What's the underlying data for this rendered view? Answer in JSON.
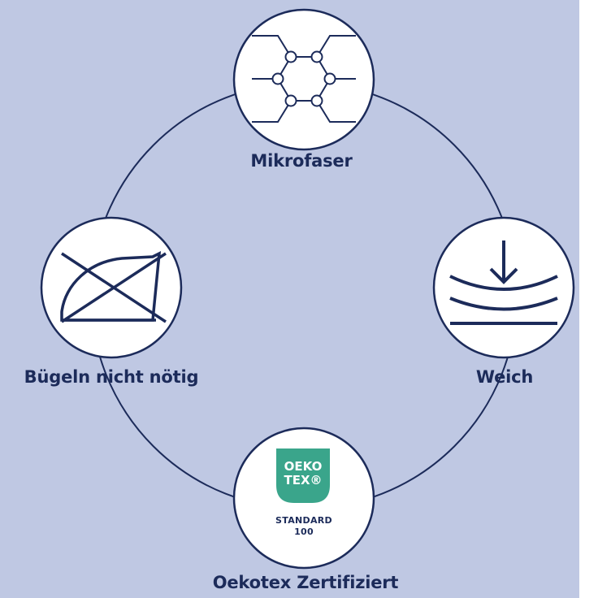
{
  "colors": {
    "background": "#bfc8e3",
    "navy": "#1c2b5a",
    "circle_fill": "#ffffff",
    "oekotex_green": "#3aa58b"
  },
  "features": {
    "top": {
      "label": "Mikrofaser",
      "icon": "microfiber-hexagon-icon"
    },
    "right": {
      "label": "Weich",
      "icon": "soft-layers-arrow-icon"
    },
    "bottom": {
      "label": "Oekotex Zertifiziert",
      "icon": "oekotex-logo"
    },
    "left": {
      "label": "Bügeln nicht nötig",
      "icon": "no-ironing-icon"
    }
  },
  "oekotex_logo": {
    "line1": "OEKO",
    "line2": "TEX®",
    "standard": "STANDARD",
    "number": "100"
  }
}
